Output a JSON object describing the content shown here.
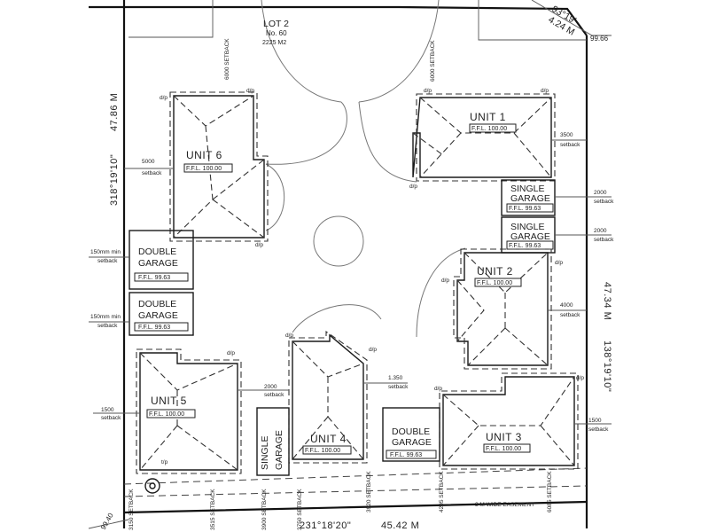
{
  "lot": {
    "title": "LOT 2",
    "number": "No. 60",
    "area": "2225 M2"
  },
  "boundary": {
    "west_bearing": "318°19'10\"",
    "west_length": "47.86 M",
    "east_bearing": "138°19'10\"",
    "east_length": "47.34 M",
    "south_bearing": "231°18'20\"",
    "south_length": "45.42 M",
    "ne_bearing": "93°19'",
    "ne_length": "4.24 M",
    "ne_value": "99.66",
    "sw_value": "99.40"
  },
  "units": [
    {
      "name": "UNIT 1",
      "ffl": "F.F.L. 100.00"
    },
    {
      "name": "UNIT 2",
      "ffl": "F.F.L. 100.00"
    },
    {
      "name": "UNIT 3",
      "ffl": "F.F.L. 100.00"
    },
    {
      "name": "UNIT 4",
      "ffl": "F.F.L. 100.00"
    },
    {
      "name": "UNIT 5",
      "ffl": "F.F.L. 100.00"
    },
    {
      "name": "UNIT 6",
      "ffl": "F.F.L. 100.00"
    }
  ],
  "garages": [
    {
      "line1": "SINGLE",
      "line2": "GARAGE",
      "ffl": "F.F.L. 99.63"
    },
    {
      "line1": "SINGLE",
      "line2": "GARAGE",
      "ffl": "F.F.L. 99.63"
    },
    {
      "line1": "DOUBLE",
      "line2": "GARAGE",
      "ffl": "F.F.L. 99.63"
    },
    {
      "line1": "DOUBLE",
      "line2": "GARAGE",
      "ffl": "F.F.L. 99.63"
    },
    {
      "line1": "DOUBLE",
      "line2": "GARAGE",
      "ffl": "F.F.L. 99.63"
    },
    {
      "line1": "SINGLE",
      "line2": "GARAGE",
      "ffl": ""
    }
  ],
  "setbacks": {
    "s6000": "6000 SETBACK",
    "s5000": "5000",
    "s3500": "3500",
    "s2000a": "2000",
    "s2000b": "2000",
    "s2000c": "2000",
    "s4000": "4000",
    "s1500a": "1500",
    "s1500b": "1500",
    "s1350": "1.350",
    "s150a": "150mm min",
    "s150b": "150mm min",
    "setback_word": "setback",
    "s3150": "3150 SETBACK",
    "s3515": "3515 SETBACK",
    "s3900": "3900 SETBACK",
    "s3750": "3750 SETBACK",
    "s3920": "3920 SETBACK",
    "s4295": "4295 SETBACK",
    "s6085": "6085 SETBACK",
    "easement": "3 M WIDE EASEMENT"
  },
  "marks": {
    "dp": "d/p",
    "tp": "t/p"
  }
}
